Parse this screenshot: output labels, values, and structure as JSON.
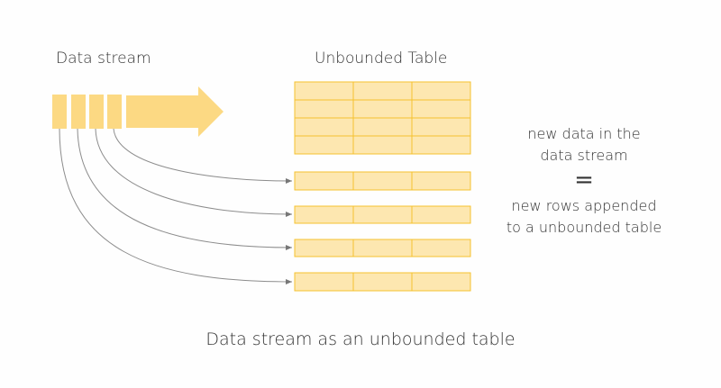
{
  "labels": {
    "stream": "Data stream",
    "table": "Unbounded Table"
  },
  "equation": {
    "left_line1": "new data in the",
    "left_line2": "data stream",
    "sign": "=",
    "right_line1": "new rows appended",
    "right_line2": "to a unbounded table"
  },
  "caption": "Data stream as an unbounded table",
  "colors": {
    "cell_fill": "#fde7b0",
    "cell_stroke": "#f5c22f",
    "arrow_fill": "#fcd983",
    "connector": "#8c8c8c"
  },
  "table": {
    "columns": 3,
    "existing_rows": 4,
    "appended_rows": 4
  },
  "stream": {
    "blocks": 4
  }
}
